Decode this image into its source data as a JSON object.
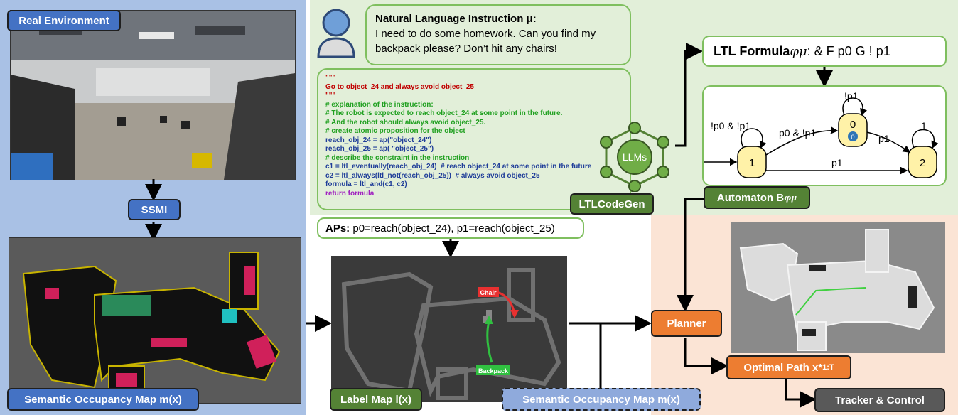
{
  "labels": {
    "real_env": "Real Environment",
    "ssmi": "SSMI",
    "sem_occ_map": "Semantic Occupancy Map m(x)",
    "label_map": "Label Map l(x)",
    "sem_occ_map_2": "Semantic Occupancy Map m(x)",
    "ltl_codegen": "LTLCodeGen",
    "automaton": "Automaton B",
    "automaton_sub": "φμ",
    "planner": "Planner",
    "optimal_path": "Optimal Path x*",
    "optimal_path_sub": "1:T",
    "tracker": "Tracker & Control",
    "llms": "LLMs"
  },
  "instruction": {
    "title": "Natural Language Instruction μ:",
    "text": "I need to do some homework. Can you find my backpack please? Don’t hit any chairs!"
  },
  "code_lines": [
    {
      "text": "\"\"\"",
      "cls": "c-red"
    },
    {
      "text": "Go to object_24 and always avoid object_25",
      "cls": "c-red"
    },
    {
      "text": "\"\"\"",
      "cls": "c-red"
    },
    {
      "text": "# explanation of the instruction:",
      "cls": "c-green"
    },
    {
      "text": "# The robot is expected to reach object_24 at some point in the future.",
      "cls": "c-green"
    },
    {
      "text": "# And the robot should always avoid object_25.",
      "cls": "c-green"
    },
    {
      "text": "# create atomic proposition for the object",
      "cls": "c-green"
    },
    {
      "text": "reach_obj_24 = ap(\"object_24\")",
      "cls": "c-blue"
    },
    {
      "text": "reach_obj_25 = ap( \"object_25\")",
      "cls": "c-blue"
    },
    {
      "text": "# describe the constraint in the instruction",
      "cls": "c-green"
    },
    {
      "text": "c1 = ltl_eventually(reach_obj_24)  # reach object_24 at some point in the future",
      "cls": "c-blue"
    },
    {
      "text": "c2 = ltl_always(ltl_not(reach_obj_25))  # always avoid object_25",
      "cls": "c-blue"
    },
    {
      "text": "formula = ltl_and(c1, c2)",
      "cls": "c-blue"
    },
    {
      "text": "return formula",
      "cls": "c-purple"
    }
  ],
  "ltl": {
    "prefix": "LTL Formula ",
    "symbol": "φμ",
    "formula": ": & F p0 G ! p1"
  },
  "automaton": {
    "states": [
      "1",
      "0",
      "2"
    ],
    "accepting_marker": "0",
    "edges": [
      "!p0 & !p1",
      "p0 & !p1",
      "!p1",
      "p1",
      "1",
      "p1"
    ]
  },
  "aps": {
    "label": "APs:",
    "text": " p0=reach(object_24), p1=reach(object_25)"
  },
  "map_labels": {
    "chair": "Chair",
    "backpack": "Backpack"
  }
}
